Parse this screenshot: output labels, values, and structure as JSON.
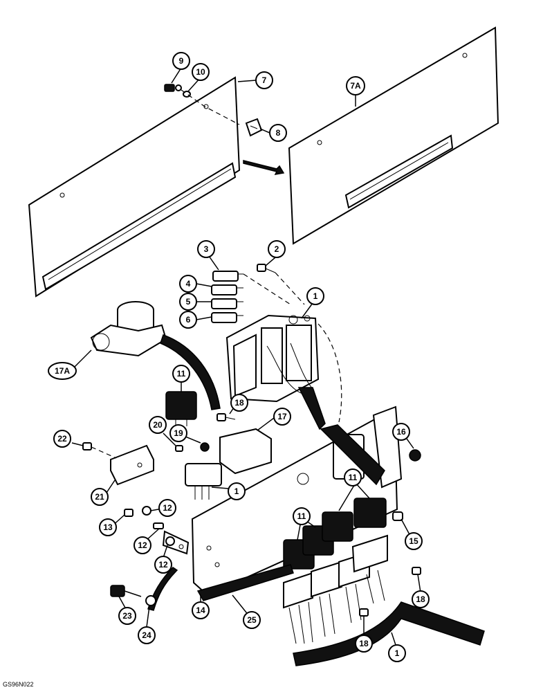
{
  "figure_code": "GS96N022",
  "callouts": [
    {
      "id": "c9",
      "label": "9"
    },
    {
      "id": "c10",
      "label": "10"
    },
    {
      "id": "c7",
      "label": "7"
    },
    {
      "id": "c7a",
      "label": "7A"
    },
    {
      "id": "c8",
      "label": "8"
    },
    {
      "id": "c3",
      "label": "3"
    },
    {
      "id": "c2",
      "label": "2"
    },
    {
      "id": "c4",
      "label": "4"
    },
    {
      "id": "c5",
      "label": "5"
    },
    {
      "id": "c6",
      "label": "6"
    },
    {
      "id": "c1a",
      "label": "1"
    },
    {
      "id": "c17a",
      "label": "17A"
    },
    {
      "id": "c11a",
      "label": "11"
    },
    {
      "id": "c18a",
      "label": "18"
    },
    {
      "id": "c17",
      "label": "17"
    },
    {
      "id": "c16",
      "label": "16"
    },
    {
      "id": "c20",
      "label": "20"
    },
    {
      "id": "c19",
      "label": "19"
    },
    {
      "id": "c22",
      "label": "22"
    },
    {
      "id": "c1b",
      "label": "1"
    },
    {
      "id": "c21",
      "label": "21"
    },
    {
      "id": "c11b",
      "label": "11"
    },
    {
      "id": "c12a",
      "label": "12"
    },
    {
      "id": "c13",
      "label": "13"
    },
    {
      "id": "c11c",
      "label": "11"
    },
    {
      "id": "c15",
      "label": "15"
    },
    {
      "id": "c12b",
      "label": "12"
    },
    {
      "id": "c12c",
      "label": "12"
    },
    {
      "id": "c18b",
      "label": "18"
    },
    {
      "id": "c14",
      "label": "14"
    },
    {
      "id": "c25",
      "label": "25"
    },
    {
      "id": "c23",
      "label": "23"
    },
    {
      "id": "c24",
      "label": "24"
    },
    {
      "id": "c18c",
      "label": "18"
    },
    {
      "id": "c1c",
      "label": "1"
    }
  ]
}
